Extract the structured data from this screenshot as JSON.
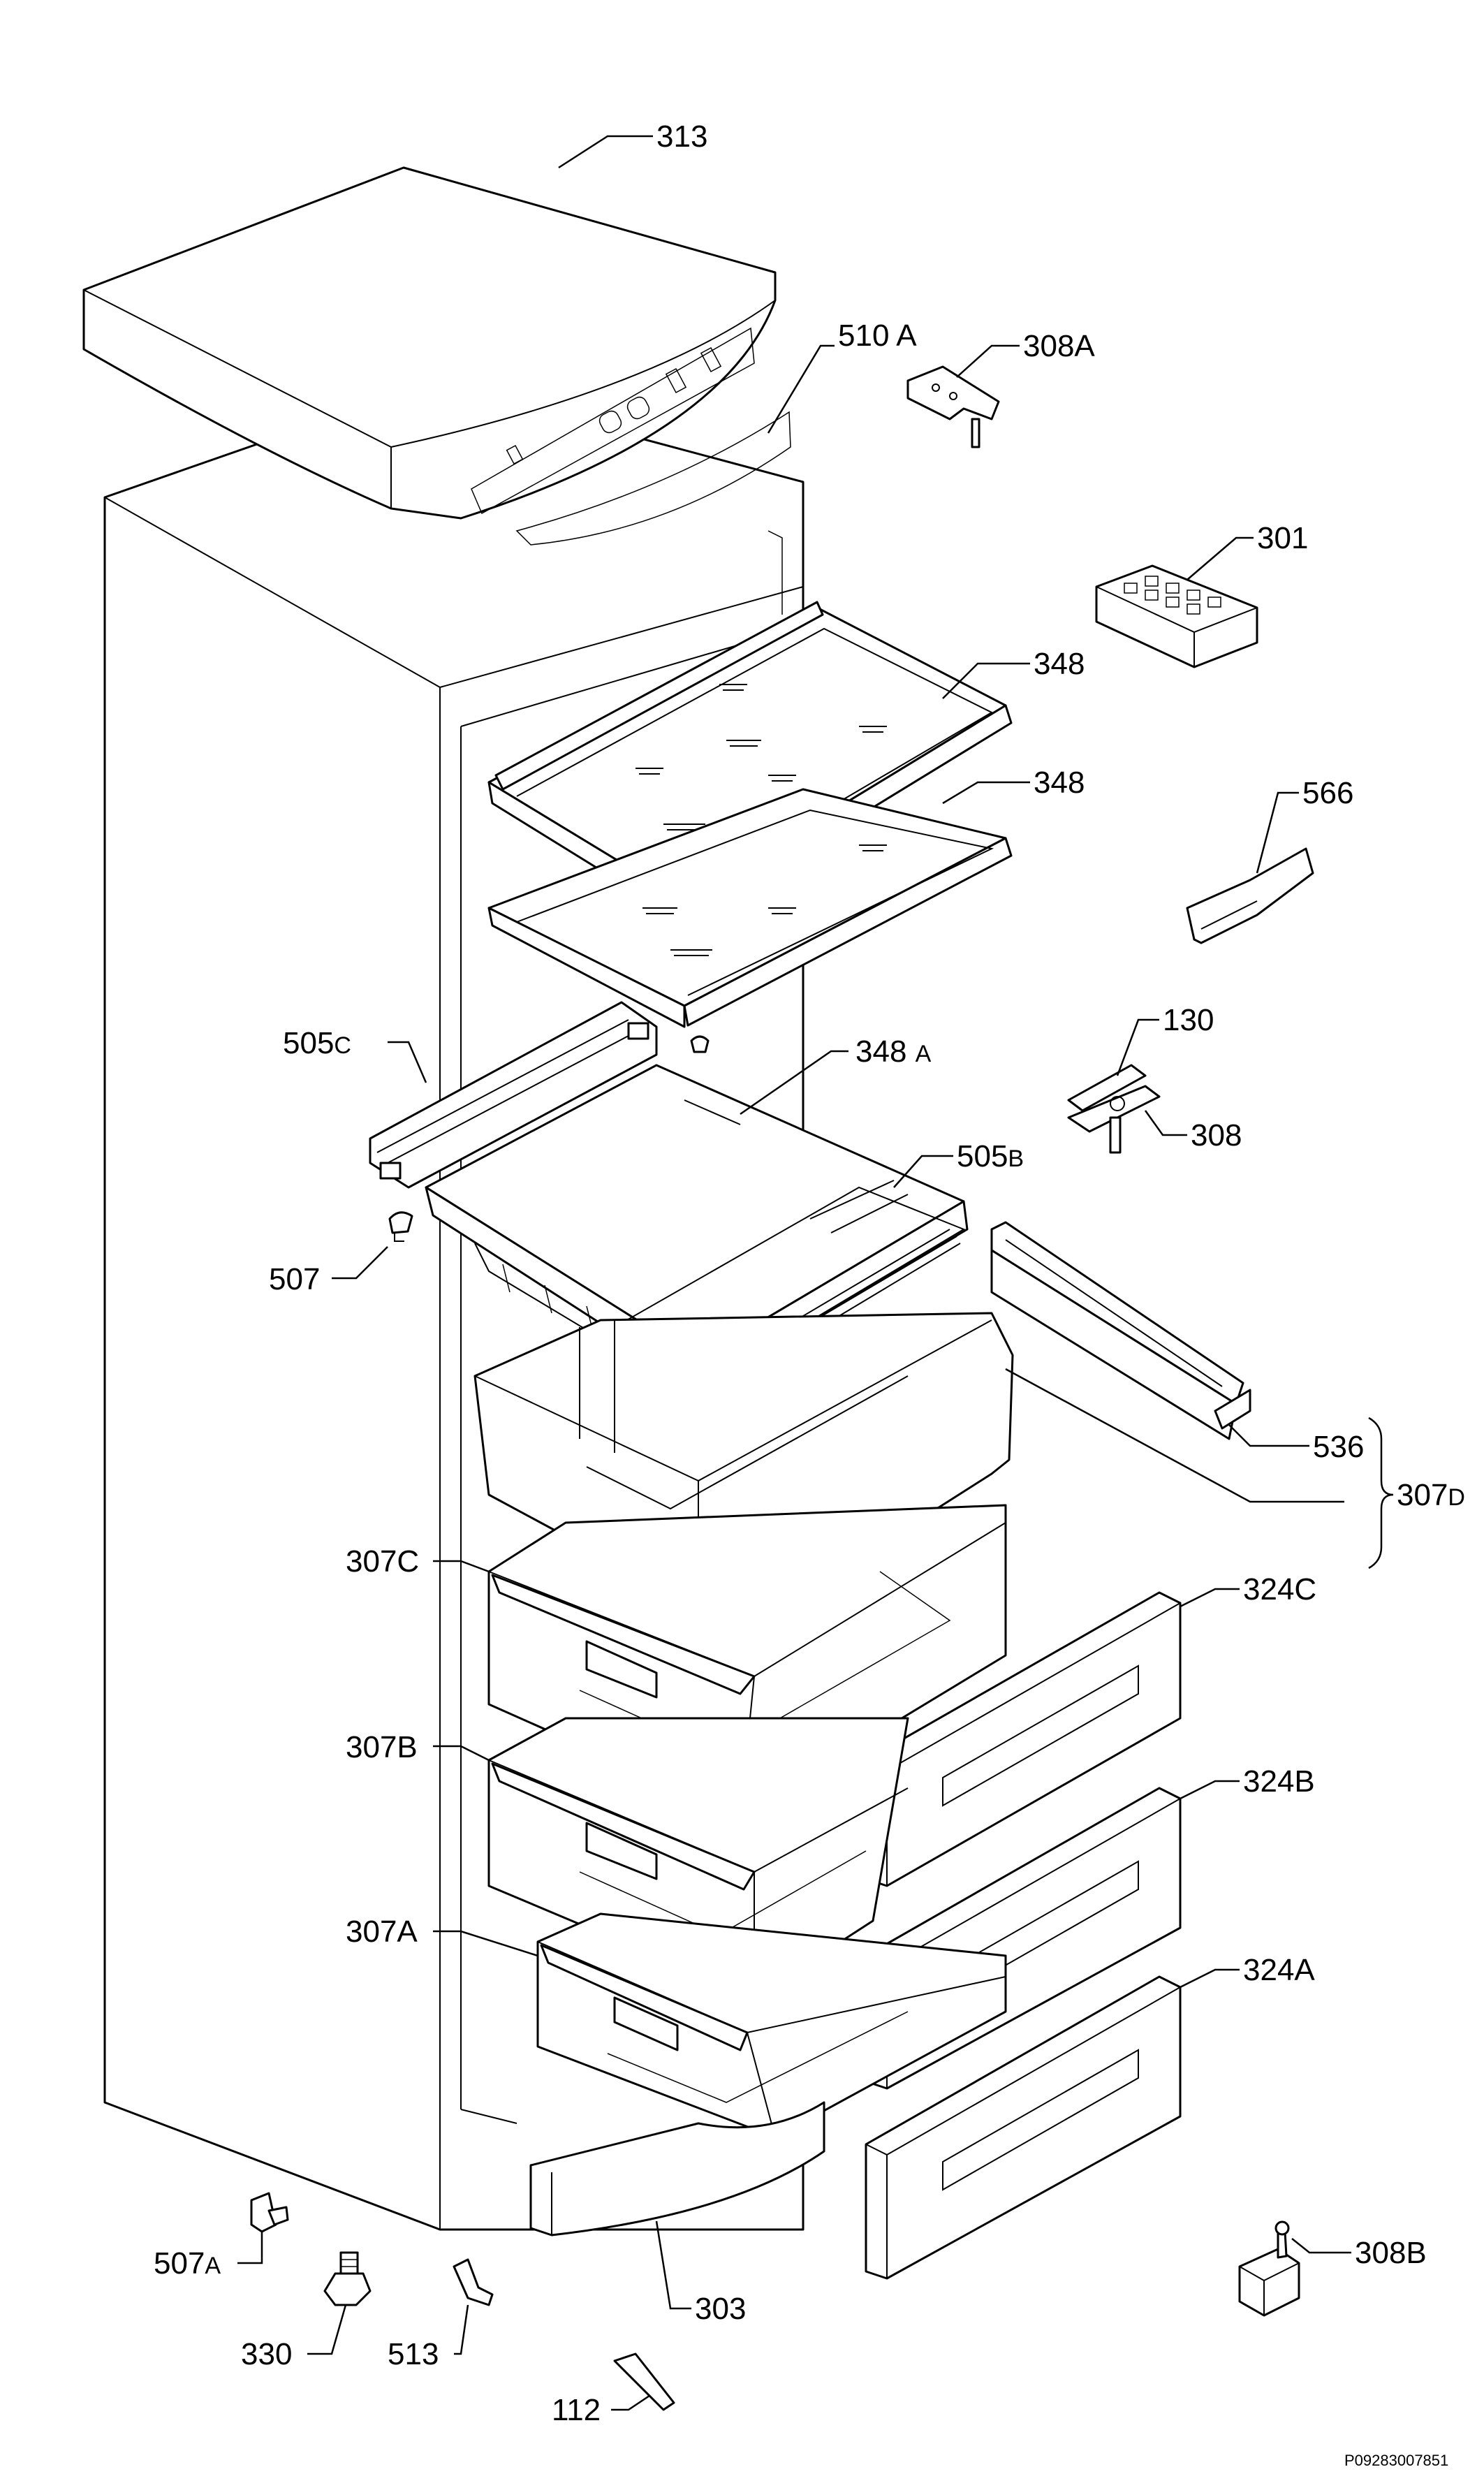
{
  "figure_ref": "P09283007851",
  "parts": [
    {
      "id": "p313",
      "label": "313"
    },
    {
      "id": "p510a",
      "label": "510",
      "suffix": "A"
    },
    {
      "id": "p308a",
      "label": "308A"
    },
    {
      "id": "p301",
      "label": "301"
    },
    {
      "id": "p348t",
      "label": "348"
    },
    {
      "id": "p348b",
      "label": "348"
    },
    {
      "id": "p566",
      "label": "566"
    },
    {
      "id": "p505c",
      "label": "505",
      "suffix": "C"
    },
    {
      "id": "p348a",
      "label": "348",
      "suffix": "A"
    },
    {
      "id": "p130",
      "label": "130"
    },
    {
      "id": "p308",
      "label": "308"
    },
    {
      "id": "p505b",
      "label": "505",
      "suffix": "B"
    },
    {
      "id": "p507",
      "label": "507"
    },
    {
      "id": "p536",
      "label": "536"
    },
    {
      "id": "p307d",
      "label": "307",
      "suffix": "D"
    },
    {
      "id": "p307c",
      "label": "307C"
    },
    {
      "id": "p324c",
      "label": "324C"
    },
    {
      "id": "p307b",
      "label": "307B"
    },
    {
      "id": "p324b",
      "label": "324B"
    },
    {
      "id": "p307a",
      "label": "307A"
    },
    {
      "id": "p324a",
      "label": "324A"
    },
    {
      "id": "p507a",
      "label": "507",
      "suffix": "A"
    },
    {
      "id": "p330",
      "label": "330"
    },
    {
      "id": "p513",
      "label": "513"
    },
    {
      "id": "p303",
      "label": "303"
    },
    {
      "id": "p112",
      "label": "112"
    },
    {
      "id": "p308b",
      "label": "308B"
    }
  ]
}
